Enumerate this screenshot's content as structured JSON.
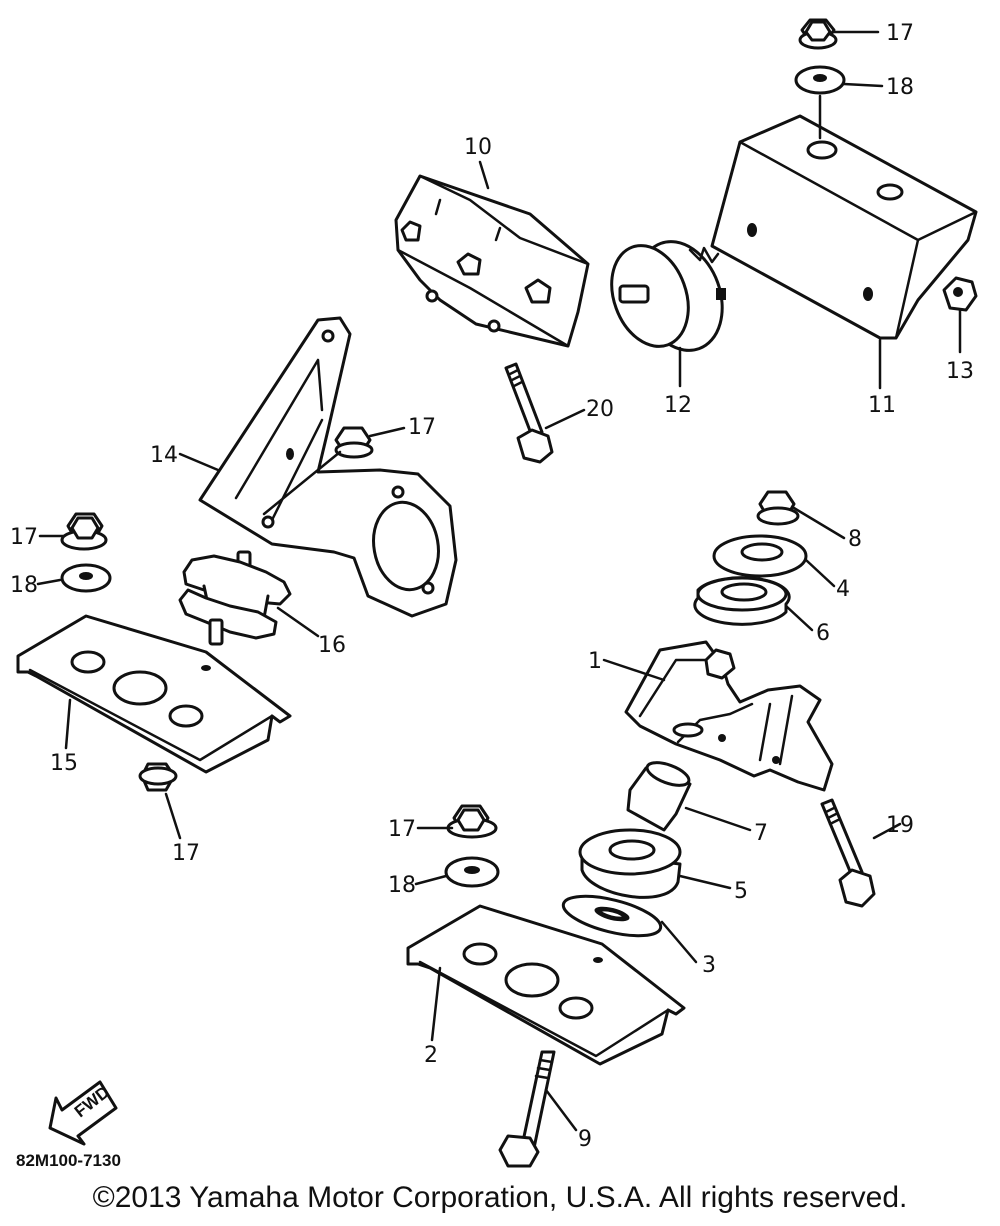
{
  "callouts": {
    "c1": "1",
    "c2": "2",
    "c3": "3",
    "c4": "4",
    "c5": "5",
    "c6": "6",
    "c7": "7",
    "c8": "8",
    "c9": "9",
    "c10": "10",
    "c11": "11",
    "c12": "12",
    "c13": "13",
    "c14": "14",
    "c15": "15",
    "c16": "16",
    "c17": "17",
    "c18": "18",
    "c19": "19",
    "c20": "20"
  },
  "fwd_arrow_text": "FWD",
  "diagram_code": "82M100-7130",
  "copyright": "©2013 Yamaha Motor Corporation, U.S.A. All rights reserved."
}
